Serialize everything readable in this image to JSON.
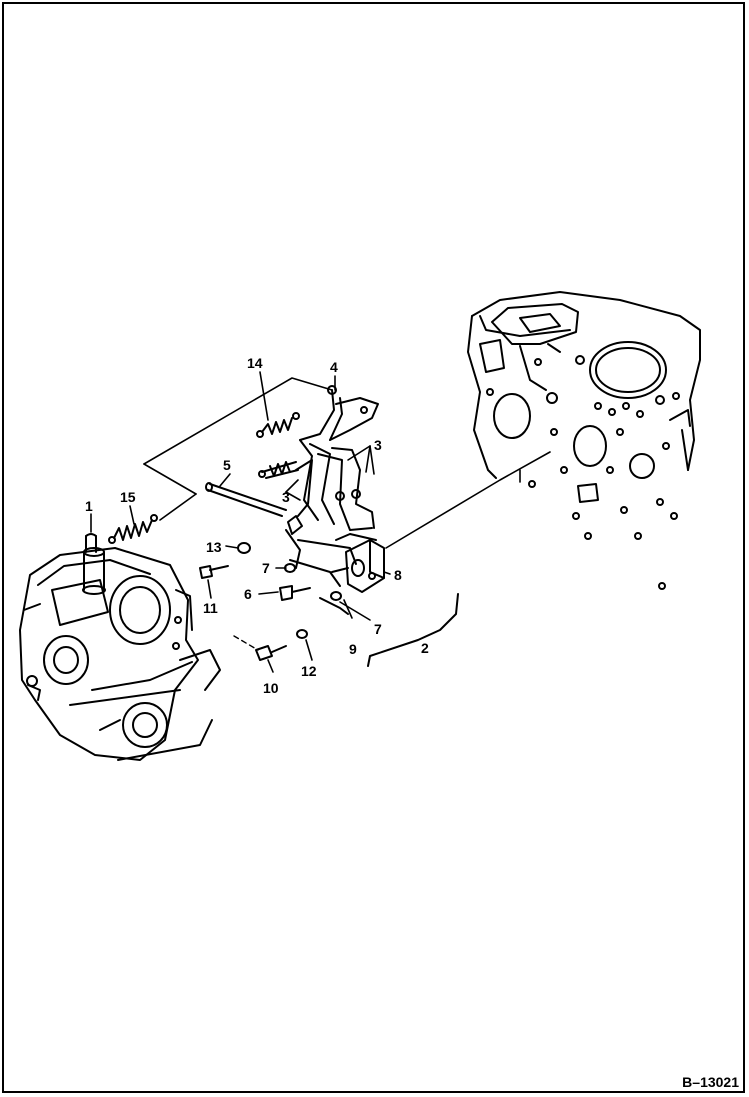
{
  "figure_id": "B–13021",
  "callouts": {
    "c1": "1",
    "c2": "2",
    "c3a": "3",
    "c3b": "3",
    "c4": "4",
    "c5": "5",
    "c6": "6",
    "c7a": "7",
    "c7b": "7",
    "c8": "8",
    "c9": "9",
    "c10": "10",
    "c11": "11",
    "c12": "12",
    "c13": "13",
    "c14": "14",
    "c15": "15"
  }
}
